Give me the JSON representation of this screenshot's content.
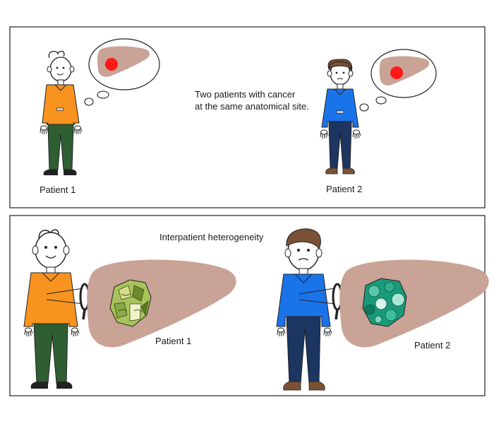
{
  "panel_top": {
    "caption_line1": "Two patients with cancer",
    "caption_line2": "at the same anatomical site.",
    "patient1_label": "Patient 1",
    "patient2_label": "Patient 2"
  },
  "panel_bottom": {
    "title": "Interpatient heterogeneity",
    "patient1_label": "Patient 1",
    "patient2_label": "Patient 2"
  },
  "colors": {
    "shirt_orange": "#f7931e",
    "shirt_blue": "#1a73e8",
    "pants_green": "#2e5e32",
    "pants_navy": "#1c3561",
    "liver": "#c9a396",
    "tumor_red": "#ff1a1a",
    "hair_brown": "#7a5134",
    "tumor1_green": "#a8c35a",
    "tumor2_teal": "#1a9a7a"
  },
  "icons": [
    "thought-bubble-icon",
    "magnifier-icon",
    "liver-icon",
    "tumor-icon"
  ]
}
